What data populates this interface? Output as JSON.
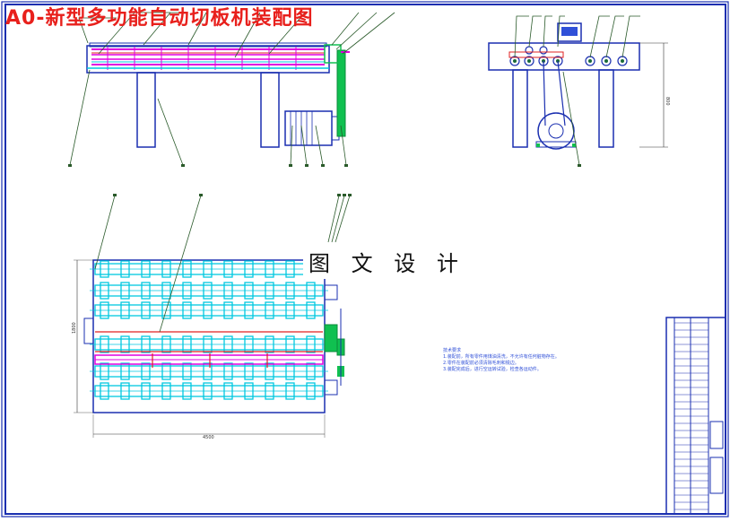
{
  "drawing": {
    "title": "A0-新型多功能自动切板机装配图",
    "watermark": "图 文 设 计",
    "dimensions": {
      "overall_length": "4500",
      "overall_width": "1800",
      "height": "800"
    },
    "technical_requirements": {
      "heading": "技术要求",
      "items": [
        "1.装配前，所有零件用煤油清洗，不允许有任何脏物存在。",
        "2.零件在装配前必须清除毛刺和锐边。",
        "3.装配完成后，进行空运转试验，检查各运动件。"
      ]
    }
  },
  "colors": {
    "frame": "#1a2fb0",
    "roller": "#00c8e0",
    "blade": "#e000e0",
    "cut_line": "#e02020",
    "drive": "#10c050",
    "leader": "#2a5a2a",
    "border": "#1a2fb0"
  }
}
